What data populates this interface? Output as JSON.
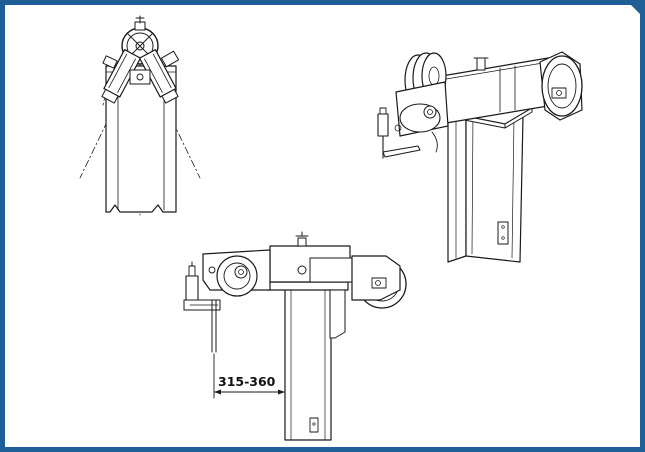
{
  "frame": {
    "border_color": "#1f5f96",
    "background": "#ffffff"
  },
  "drawing": {
    "views": [
      "top-view",
      "isometric-view",
      "side-view"
    ],
    "dimension_label": "315-360"
  }
}
